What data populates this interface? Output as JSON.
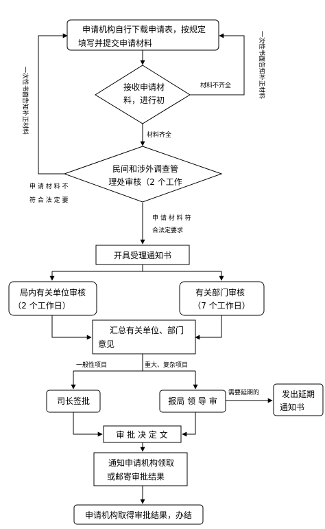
{
  "nodes": {
    "start": [
      "申请机构自行下载申请表，按规定",
      "填写并提交申请材料"
    ],
    "receive": [
      "接收申请材",
      "料，进行初"
    ],
    "review": [
      "民间和涉外调查管",
      "理处审核（2 个工作"
    ],
    "accept_notice": [
      "开具受理通知书"
    ],
    "internal_review": [
      "局内有关单位审核",
      "（2 个工作日）"
    ],
    "dept_review": [
      "有关部门审核",
      "（7 个工作日）"
    ],
    "summary": [
      "汇总有关单位、部门",
      "意见"
    ],
    "director_sign": [
      "司长签批"
    ],
    "leader_review": [
      "报局 领 导 审"
    ],
    "extension_notice": [
      "发出延期",
      "通知书"
    ],
    "decision": [
      "审 批 决 定 文"
    ],
    "notify": [
      "通知申请机构领取",
      "或邮寄审批结果"
    ],
    "finish": [
      "申请机构取得审批结果，办结"
    ]
  },
  "edges": {
    "incomplete": "材料不齐全",
    "complete": "材料齐全",
    "one_time_notice": "一次性书面告知补正材料",
    "not_compliant": [
      "申 请 材 料 不",
      "符 合 法 定 要"
    ],
    "compliant": [
      "申 请 材 料 符",
      "合法定要求"
    ],
    "general": "一般性项目",
    "major": "重大、复杂项目",
    "needs_extension": "需要延期的"
  }
}
